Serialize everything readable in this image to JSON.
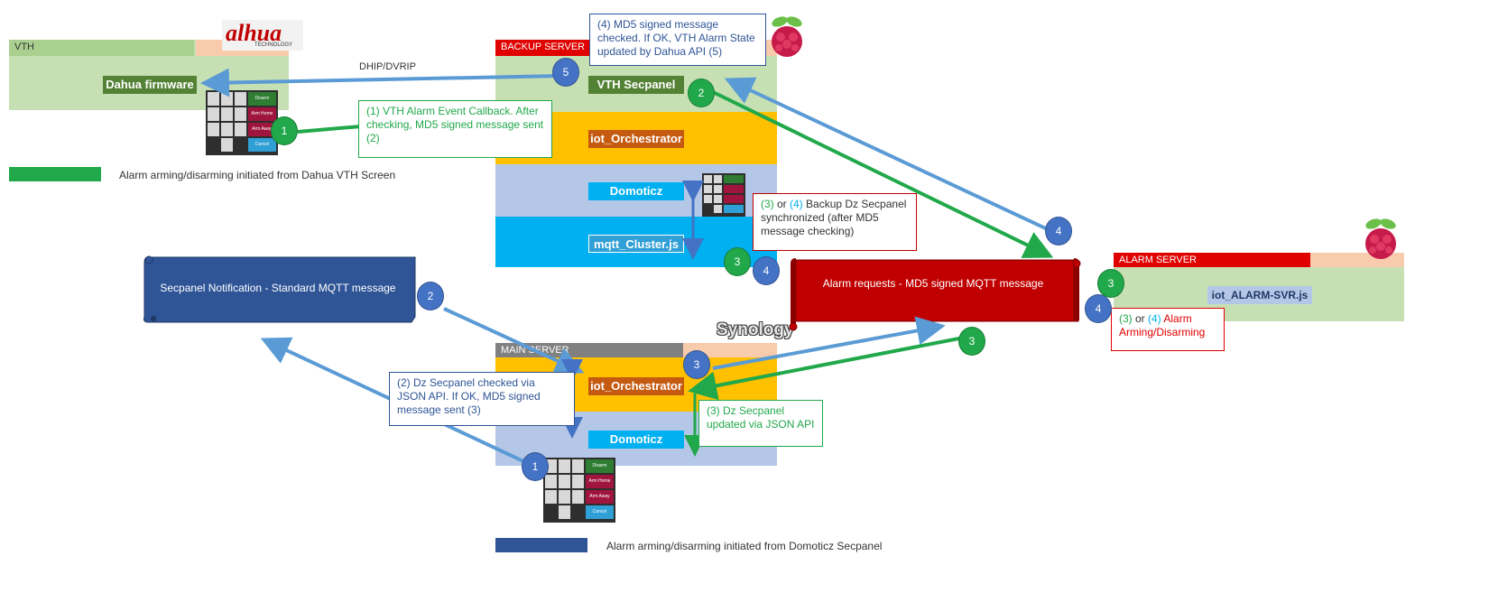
{
  "vth": {
    "header": "VTH",
    "firmware_label": "Dahua firmware",
    "protocol_label": "DHIP/DVRIP"
  },
  "dahua_logo": {
    "text": "alhua",
    "subtext": "TECHNOLOGY"
  },
  "backup_server": {
    "header": "BACKUP SERVER",
    "vth_secpanel": "VTH Secpanel",
    "orchestrator": "iot_Orchestrator",
    "domoticz": "Domoticz",
    "mqtt_cluster": "mqtt_Cluster.js"
  },
  "main_server": {
    "header": "MAIN SERVER",
    "orchestrator": "iot_Orchestrator",
    "domoticz": "Domoticz",
    "synology_label": "Synology"
  },
  "alarm_server": {
    "header": "ALARM SERVER",
    "module": "iot_ALARM-SVR.js"
  },
  "banners": {
    "secpanel_notification": "Secpanel Notification - Standard MQTT message",
    "alarm_requests": "Alarm requests - MD5 signed MQTT message"
  },
  "callouts": {
    "md5_checked": "(4) MD5 signed message checked. If OK, VTH Alarm State updated by Dahua API (5)",
    "vth_callback": "(1) VTH Alarm Event Callback. After checking, MD5 signed message sent (2)",
    "backup_sync": {
      "prefix_a": "(3)",
      "mid": " or ",
      "prefix_b": "(4)",
      "text": " Backup Dz Secpanel synchronized (after MD5 message checking)"
    },
    "dz_checked": "(2) Dz Secpanel checked  via JSON API. If OK, MD5 signed message sent (3)",
    "dz_updated": "(3) Dz Secpanel updated via JSON API",
    "alarm_arming": {
      "prefix_a": "(3)",
      "mid": " or ",
      "prefix_b": "(4)",
      "text": " Alarm Arming/Disarming"
    }
  },
  "legend": {
    "vth_initiated": "Alarm arming/disarming initiated from Dahua VTH Screen",
    "domoticz_initiated": "Alarm arming/disarming initiated from Domoticz Secpanel"
  },
  "keypad": {
    "disarm": "Disarm",
    "arm_home": "Arm Home",
    "arm_away": "Arm Away",
    "cancel": "Cancel"
  },
  "badges": {
    "g1_vth": "1",
    "b5": "5",
    "g2": "2",
    "g3_mqtt": "3",
    "b4_mqtt": "4",
    "b4_right": "4",
    "g3_alarm": "3",
    "b4_alarm": "4",
    "b2": "2",
    "b3_main": "3",
    "g3_main": "3",
    "b1_main": "1"
  },
  "colors": {
    "green_flow": "#21a84a",
    "blue_flow": "#5b9bd5",
    "navy_legend": "#2f5597",
    "zone_green": "#c6e0b4",
    "orchestrator_orange": "#ffc000",
    "domoticz_lavender": "#b4c7e7",
    "mqtt_cyan": "#00b0f0",
    "header_red": "#e00000",
    "header_gray": "#808080",
    "alarm_banner_red": "#c00000"
  }
}
